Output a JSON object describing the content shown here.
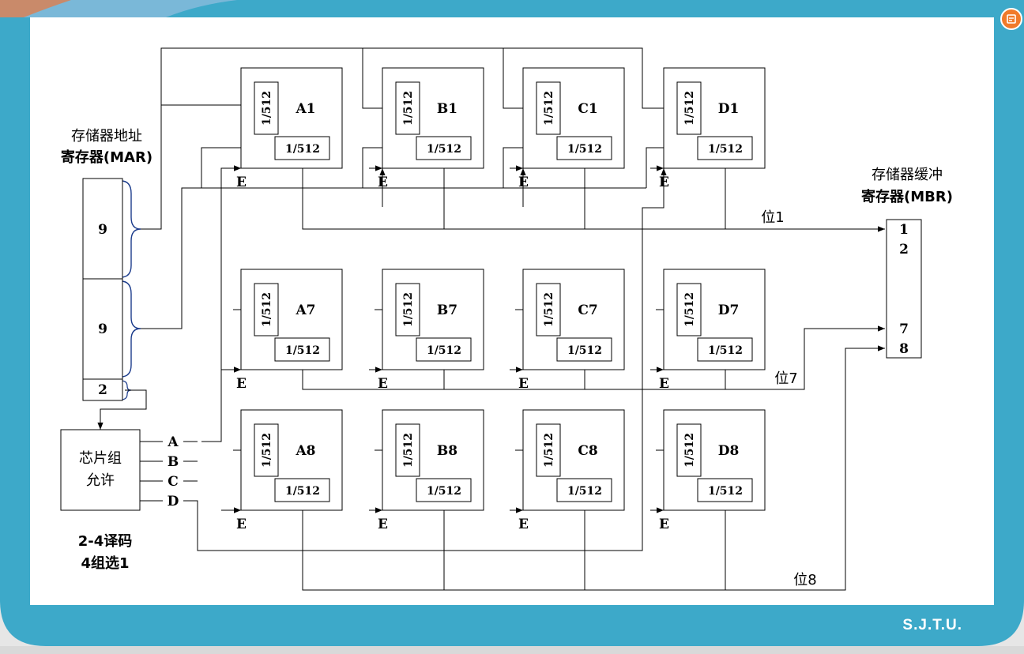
{
  "mar_label": [
    "存储器地址",
    "寄存器(MAR)"
  ],
  "mbr_label": [
    "存储器缓冲",
    "寄存器(MBR)"
  ],
  "mar_fields": [
    "9",
    "9",
    "2"
  ],
  "mbr_cells": [
    "1",
    "2",
    "7",
    "8"
  ],
  "decoder": {
    "title_lines": [
      "芯片组",
      "允许"
    ],
    "outputs": [
      "A",
      "B",
      "C",
      "D"
    ],
    "caption_lines": [
      "2-4译码",
      "4组选1"
    ]
  },
  "rows": [
    {
      "chips": [
        "A1",
        "B1",
        "C1",
        "D1"
      ],
      "bit_label": "位1"
    },
    {
      "chips": [
        "A7",
        "B7",
        "C7",
        "D7"
      ],
      "bit_label": "位7"
    },
    {
      "chips": [
        "A8",
        "B8",
        "C8",
        "D8"
      ],
      "bit_label": "位8"
    }
  ],
  "chip_fraction": "1/512",
  "enable_label": "E",
  "footer": "S.J.T.U."
}
